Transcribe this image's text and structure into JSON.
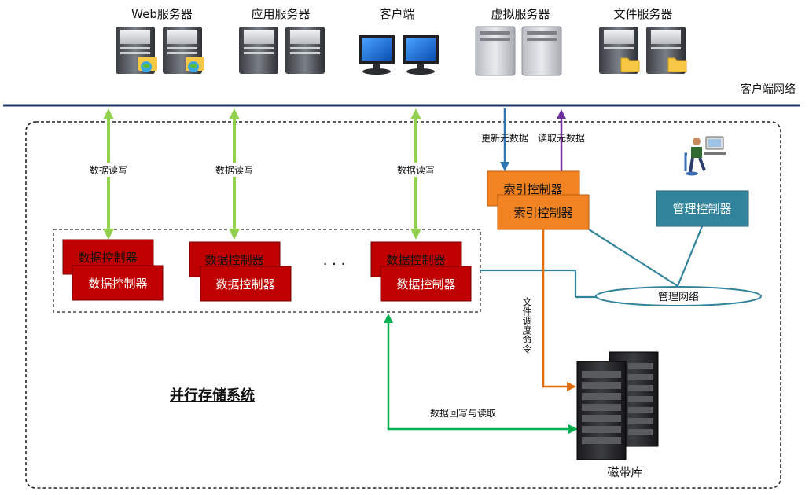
{
  "client_network": {
    "label": "客户端网络",
    "devices": [
      {
        "label": "Web服务器",
        "icon": "web-server-icon"
      },
      {
        "label": "应用服务器",
        "icon": "app-server-icon"
      },
      {
        "label": "客户端",
        "icon": "client-monitor-icon"
      },
      {
        "label": "虚拟服务器",
        "icon": "virtual-server-icon"
      },
      {
        "label": "文件服务器",
        "icon": "file-server-icon"
      }
    ]
  },
  "storage_system": {
    "title": "并行存储系统",
    "data_controllers": [
      "数据控制器",
      "数据控制器"
    ],
    "ellipsis": "· · ·",
    "index_controllers": [
      "索引控制器",
      "索引控制器"
    ],
    "management_controller": "管理控制器",
    "management_network": "管理网络",
    "tape_library": "磁带库"
  },
  "links": {
    "data_read_write": "数据读写",
    "update_metadata": "更新元数据",
    "read_metadata": "读取元数据",
    "file_schedule_command": "文件调度命令",
    "data_writeback_read": "数据回写与读取"
  },
  "colors": {
    "data_controller": "#C00000",
    "index_controller": "#F28322",
    "management_controller": "#31849B",
    "data_arrow": "#92D050",
    "tape_arrow": "#00B050",
    "network_line": "#1F3864",
    "management_line": "#31849B",
    "update_arrow": "#2E75B6",
    "read_arrow": "#7030A0",
    "command_arrow": "#E36C09"
  }
}
